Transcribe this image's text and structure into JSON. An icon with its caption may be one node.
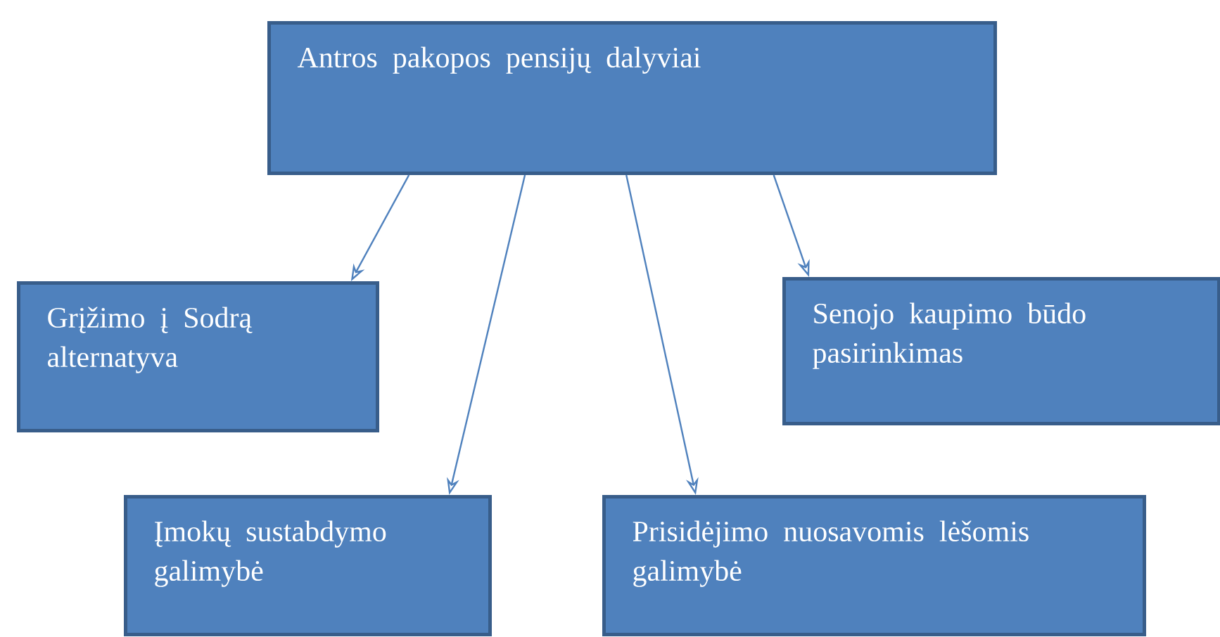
{
  "diagram": {
    "nodes": [
      {
        "text": [
          "Antros pakopos pensijų dalyviai"
        ]
      },
      {
        "text": [
          "Grįžimo į Sodrą alternatyva"
        ]
      },
      {
        "text": [
          "Senojo kaupimo būdo pasirinkimas"
        ]
      },
      {
        "text": [
          "Įmokų sustabdymo galimybė"
        ]
      },
      {
        "text": [
          "Prisidėjimo nuosavomis lėšomis galimybė"
        ]
      }
    ],
    "edges": [
      {
        "from": 0,
        "to": 1,
        "arrow": "to"
      },
      {
        "from": 0,
        "to": 3,
        "arrow": "to"
      },
      {
        "from": 0,
        "to": 4,
        "arrow": "to"
      },
      {
        "from": 0,
        "to": 2,
        "arrow": "to"
      }
    ]
  }
}
